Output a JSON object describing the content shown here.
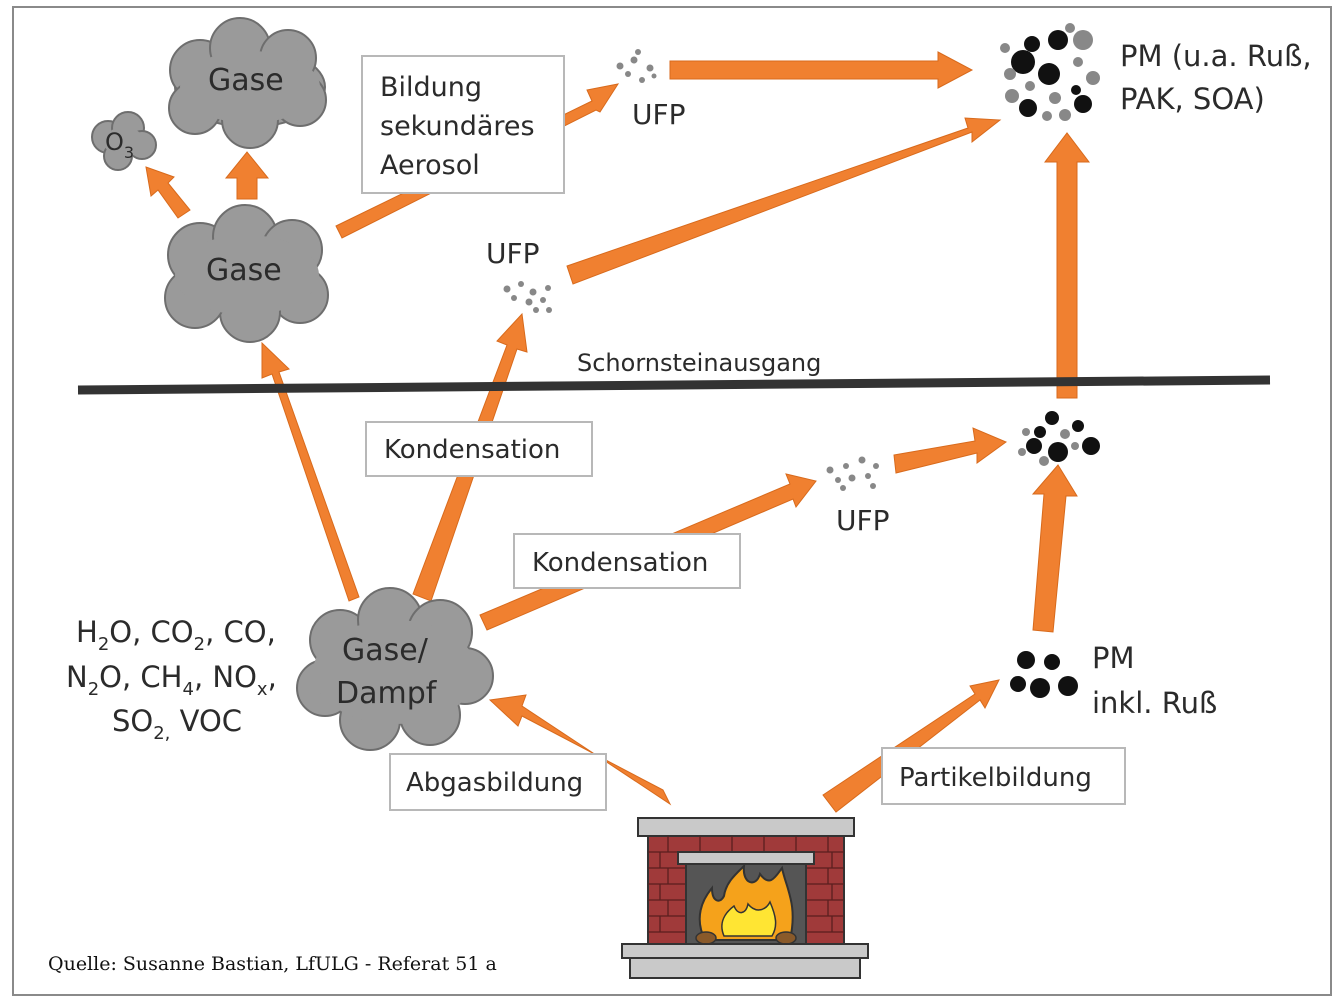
{
  "labels": {
    "gase_top": "Gase",
    "gase_mid": "Gase",
    "ozone_main": "O",
    "ozone_sub": "3",
    "gase_dampf_line1": "Gase/",
    "gase_dampf_line2": "Dampf",
    "ufp_top": "UFP",
    "ufp_mid": "UFP",
    "ufp_low": "UFP",
    "pm_top_line1": "PM (u.a. Ruß,",
    "pm_top_line2": "PAK, SOA)",
    "pm_low_line1": "PM",
    "pm_low_line2": "inkl. Ruß",
    "chimney_exit": "Schornsteinausgang"
  },
  "boxes": {
    "secondary_aerosol": [
      "Bildung",
      "sekundäres",
      "Aerosol"
    ],
    "condensation_1": "Kondensation",
    "condensation_2": "Kondensation",
    "exhaust_formation": "Abgasbildung",
    "particle_formation": "Partikelbildung"
  },
  "emissions": {
    "h2o": "H",
    "h2o_sub": "2",
    "h2o_rest": "O,",
    "co2": "CO",
    "co2_sub": "2",
    "co2_rest": ",",
    "co": "CO,",
    "n2o": "N",
    "n2o_sub": "2",
    "n2o_rest": "O,",
    "ch4": "CH",
    "ch4_sub": "4",
    "ch4_rest": ",",
    "nox": "NO",
    "nox_sub": "x",
    "nox_rest": ",",
    "so2": "SO",
    "so2_sub": "2,",
    "voc": "VOC"
  },
  "source": "Quelle: Susanne Bastian, LfULG - Referat 51 a",
  "colors": {
    "arrow": "#f08030",
    "arrow_edge": "#d86a1c",
    "cloud": "#9a9a9a",
    "cloud_edge": "#6e6e6e",
    "particle_dark": "#111111",
    "particle_grey": "#888888",
    "brick": "#a03a3a",
    "flame_outer": "#f5a21b",
    "flame_inner": "#ffe533"
  }
}
